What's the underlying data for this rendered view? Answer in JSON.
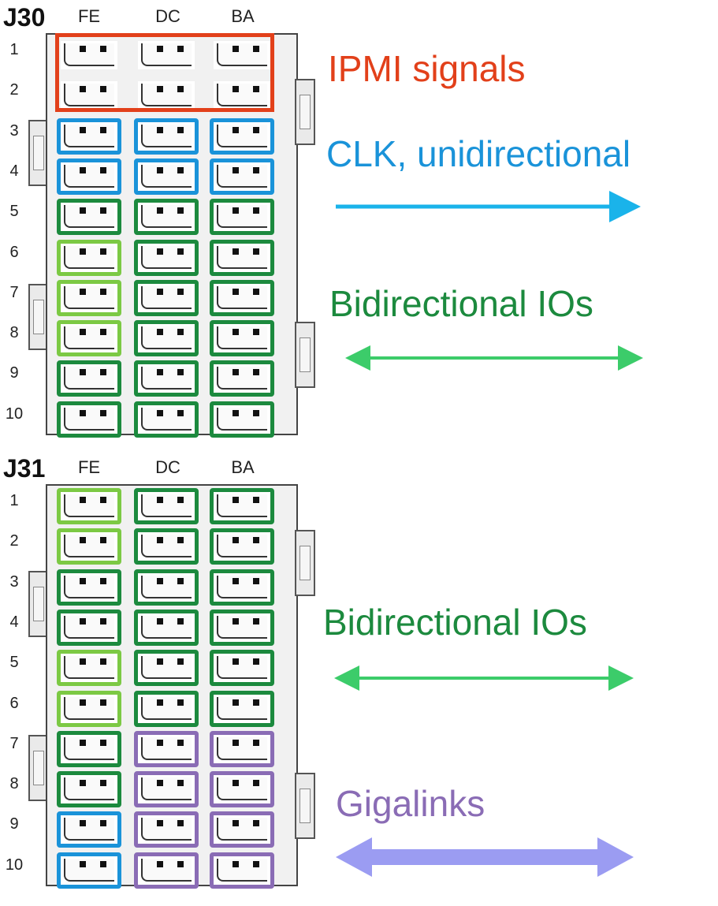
{
  "colors": {
    "ipmi": "#e2401a",
    "clk": "#1a93d9",
    "bidir_dark": "#1c8a3e",
    "bidir_light": "#7cc944",
    "gigalink": "#8a6cb5",
    "arrow_clk": "#1ab3ea",
    "arrow_bidir": "#3ccc6a",
    "arrow_giga": "#9b9cf2"
  },
  "icons": [
    "unidirectional-arrow-icon",
    "bidirectional-arrow-icon",
    "thick-bidirectional-arrow-icon"
  ],
  "connectors": [
    {
      "name": "J30",
      "columns": [
        "FE",
        "DC",
        "BA"
      ],
      "rows": [
        "1",
        "2",
        "3",
        "4",
        "5",
        "6",
        "7",
        "8",
        "9",
        "10"
      ],
      "pin_groups": [
        [
          "ipmi",
          "ipmi",
          "ipmi"
        ],
        [
          "ipmi",
          "ipmi",
          "ipmi"
        ],
        [
          "clk",
          "clk",
          "clk"
        ],
        [
          "clk",
          "clk",
          "clk"
        ],
        [
          "bidir_dark",
          "bidir_dark",
          "bidir_dark"
        ],
        [
          "bidir_light",
          "bidir_dark",
          "bidir_dark"
        ],
        [
          "bidir_light",
          "bidir_dark",
          "bidir_dark"
        ],
        [
          "bidir_light",
          "bidir_dark",
          "bidir_dark"
        ],
        [
          "bidir_dark",
          "bidir_dark",
          "bidir_dark"
        ],
        [
          "bidir_dark",
          "bidir_dark",
          "bidir_dark"
        ]
      ],
      "legend": [
        {
          "label": "IPMI signals",
          "color_key": "ipmi"
        },
        {
          "label": "CLK, unidirectional",
          "color_key": "clk"
        },
        {
          "label": "Bidirectional IOs",
          "color_key": "bidir_dark"
        }
      ]
    },
    {
      "name": "J31",
      "columns": [
        "FE",
        "DC",
        "BA"
      ],
      "rows": [
        "1",
        "2",
        "3",
        "4",
        "5",
        "6",
        "7",
        "8",
        "9",
        "10"
      ],
      "pin_groups": [
        [
          "bidir_light",
          "bidir_dark",
          "bidir_dark"
        ],
        [
          "bidir_light",
          "bidir_dark",
          "bidir_dark"
        ],
        [
          "bidir_dark",
          "bidir_dark",
          "bidir_dark"
        ],
        [
          "bidir_dark",
          "bidir_dark",
          "bidir_dark"
        ],
        [
          "bidir_light",
          "bidir_dark",
          "bidir_dark"
        ],
        [
          "bidir_light",
          "bidir_dark",
          "bidir_dark"
        ],
        [
          "bidir_dark",
          "gigalink",
          "gigalink"
        ],
        [
          "bidir_dark",
          "gigalink",
          "gigalink"
        ],
        [
          "clk",
          "gigalink",
          "gigalink"
        ],
        [
          "clk",
          "gigalink",
          "gigalink"
        ]
      ],
      "legend": [
        {
          "label": "Bidirectional IOs",
          "color_key": "bidir_dark"
        },
        {
          "label": "Gigalinks",
          "color_key": "gigalink"
        }
      ]
    }
  ]
}
